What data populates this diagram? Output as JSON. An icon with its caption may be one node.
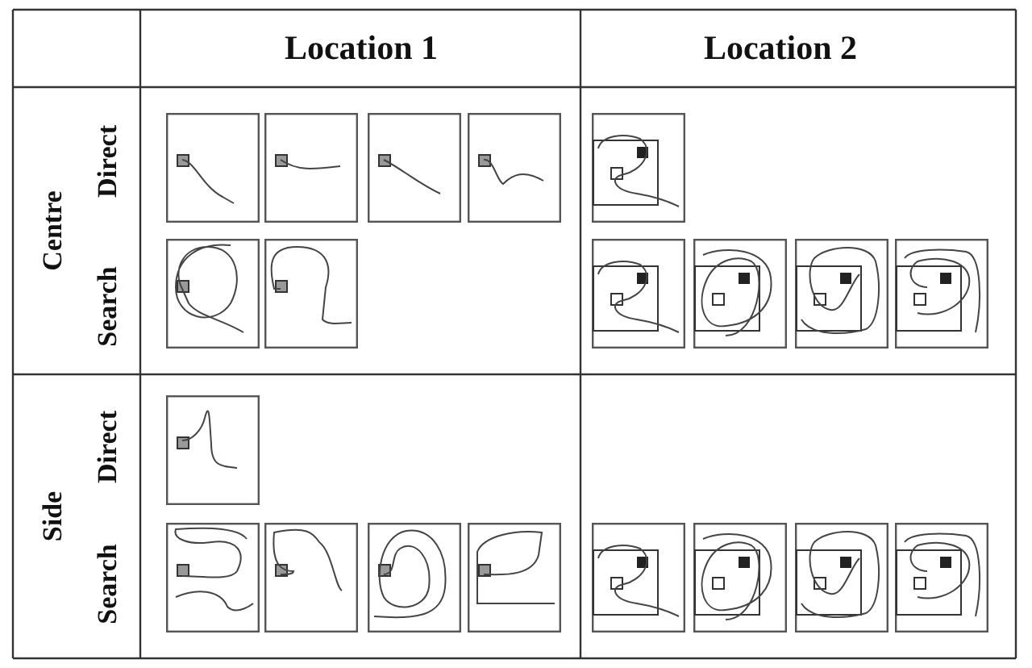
{
  "diagram": {
    "labels": [
      "Location 1",
      "Location 2",
      "Centre",
      "Direct",
      "Search",
      "Side",
      "Direct",
      "Search"
    ]
  }
}
